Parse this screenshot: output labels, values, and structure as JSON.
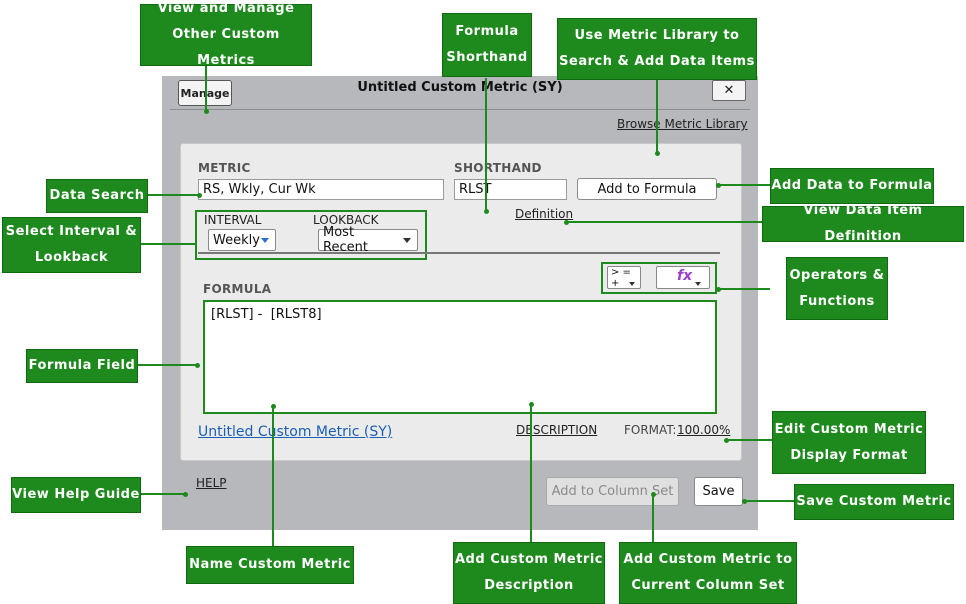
{
  "dialog": {
    "title": "Untitled Custom Metric (SY)",
    "manage_label": "Manage",
    "close_label": "✕",
    "browse_library_label": "Browse Metric Library",
    "metric_label": "METRIC",
    "metric_value": "RS, Wkly, Cur Wk",
    "shorthand_label": "SHORTHAND",
    "shorthand_value": "RLST",
    "add_to_formula_label": "Add to Formula",
    "definition_label": "Definition",
    "interval_label": "INTERVAL",
    "interval_value": "Weekly",
    "lookback_label": "LOOKBACK",
    "lookback_value": "Most Recent",
    "operators_top": "> =",
    "operators_bottom": "+",
    "functions_label": "fx",
    "formula_label": "FORMULA",
    "formula_value": "[RLST] -  [RLST8]",
    "metric_name_link": "Untitled Custom Metric (SY)",
    "description_label": "DESCRIPTION",
    "format_label": "FORMAT:",
    "format_value": "100.00%",
    "help_label": "HELP",
    "add_column_set_label": "Add to Column Set",
    "save_label": "Save"
  },
  "callouts": {
    "view_manage": "View and Manage Other Custom Metrics",
    "formula_shorthand": "Formula Shorthand",
    "metric_library": "Use Metric Library to Search & Add Data Items",
    "data_search": "Data Search",
    "add_data": "Add Data to Formula",
    "select_interval": "Select Interval & Lookback",
    "view_definition": "View Data Item Definition",
    "operators": "Operators & Functions",
    "formula_field": "Formula Field",
    "edit_format": "Edit Custom Metric Display Format",
    "help_guide": "View Help Guide",
    "save_metric": "Save Custom Metric",
    "name_metric": "Name Custom Metric",
    "add_description": "Add Custom Metric Description",
    "add_column_set": "Add Custom Metric to Current Column Set"
  },
  "colors": {
    "callout_green": "#1e8a1e",
    "dialog_gray": "#b6b8bb",
    "panel_gray": "#ebebeb",
    "link_blue": "#1a5fb4"
  }
}
